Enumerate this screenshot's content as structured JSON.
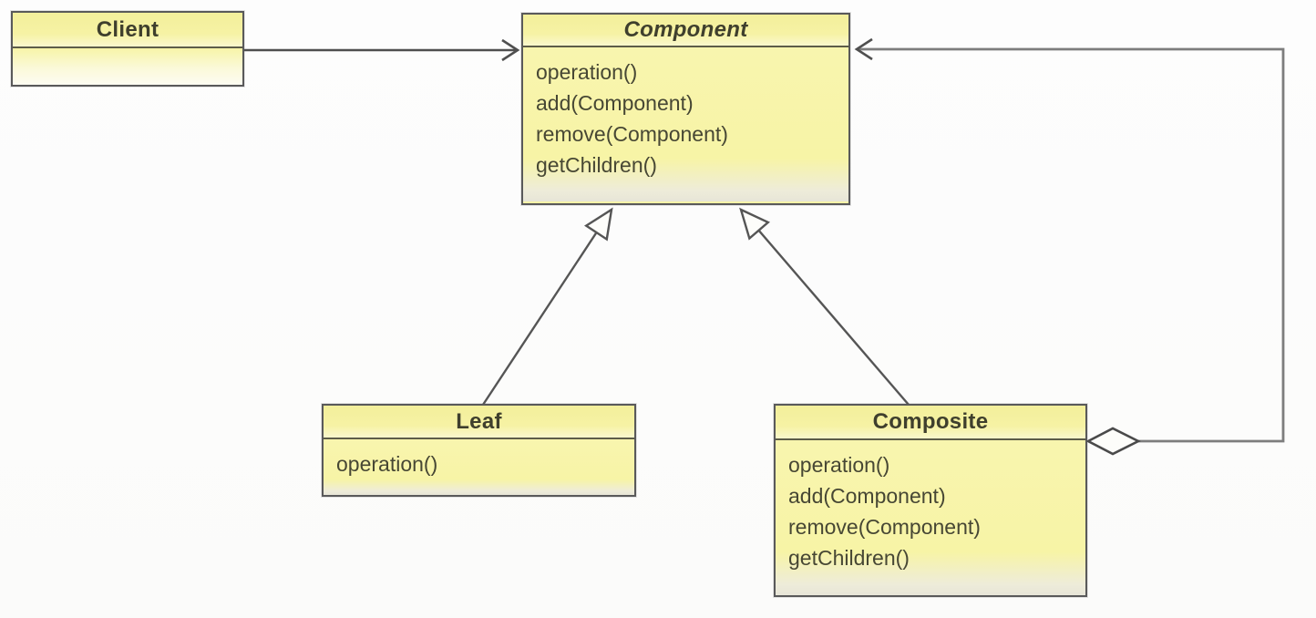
{
  "diagram": {
    "kind": "uml-class-diagram",
    "pattern": "Composite",
    "classes": {
      "client": {
        "name": "Client",
        "abstract": false,
        "methods": []
      },
      "component": {
        "name": "Component",
        "abstract": true,
        "methods": [
          "operation()",
          "add(Component)",
          "remove(Component)",
          "getChildren()"
        ]
      },
      "leaf": {
        "name": "Leaf",
        "abstract": false,
        "methods": [
          "operation()"
        ]
      },
      "composite": {
        "name": "Composite",
        "abstract": false,
        "methods": [
          "operation()",
          "add(Component)",
          "remove(Component)",
          "getChildren()"
        ]
      }
    },
    "relationships": [
      {
        "from": "Client",
        "to": "Component",
        "type": "association",
        "arrowhead": "open-arrow"
      },
      {
        "from": "Leaf",
        "to": "Component",
        "type": "generalization",
        "arrowhead": "hollow-triangle"
      },
      {
        "from": "Composite",
        "to": "Component",
        "type": "generalization",
        "arrowhead": "hollow-triangle"
      },
      {
        "from": "Composite",
        "to": "Component",
        "type": "aggregation",
        "arrowhead": "open-arrow",
        "diamond": "hollow",
        "route": "right-edge-loop"
      }
    ],
    "colors": {
      "box_header_fill": "#f3ef9b",
      "box_body_fill": "#f7f4a8",
      "box_border": "#59595a",
      "divider": "#5d5d48",
      "edge_line": "#5a5a5a",
      "loop_line": "#7d7d7d",
      "text": "#474734",
      "background": "#fdfdfd"
    }
  }
}
